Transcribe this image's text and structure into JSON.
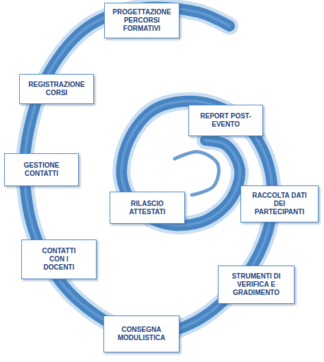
{
  "diagram": {
    "nodes": [
      {
        "text": [
          "PROGETTAZIONE PERCORSI FORMATIVI"
        ]
      },
      {
        "text": [
          "REGISTRAZIONE CORSI"
        ]
      },
      {
        "text": [
          "GESTIONE CONTATTI"
        ]
      },
      {
        "text": [
          "CONTATTI CON I DOCENTI"
        ]
      },
      {
        "text": [
          "CONSEGNA MODULISTICA"
        ]
      },
      {
        "text": [
          "STRUMENTI DI VERIFICA E GRADIMENTO"
        ]
      },
      {
        "text": [
          "RACCOLTA DATI DEI PARTECIPANTI"
        ]
      },
      {
        "text": [
          "REPORT POST-EVENTO"
        ]
      },
      {
        "text": [
          "RILASCIO ATTESTATI"
        ]
      }
    ]
  }
}
